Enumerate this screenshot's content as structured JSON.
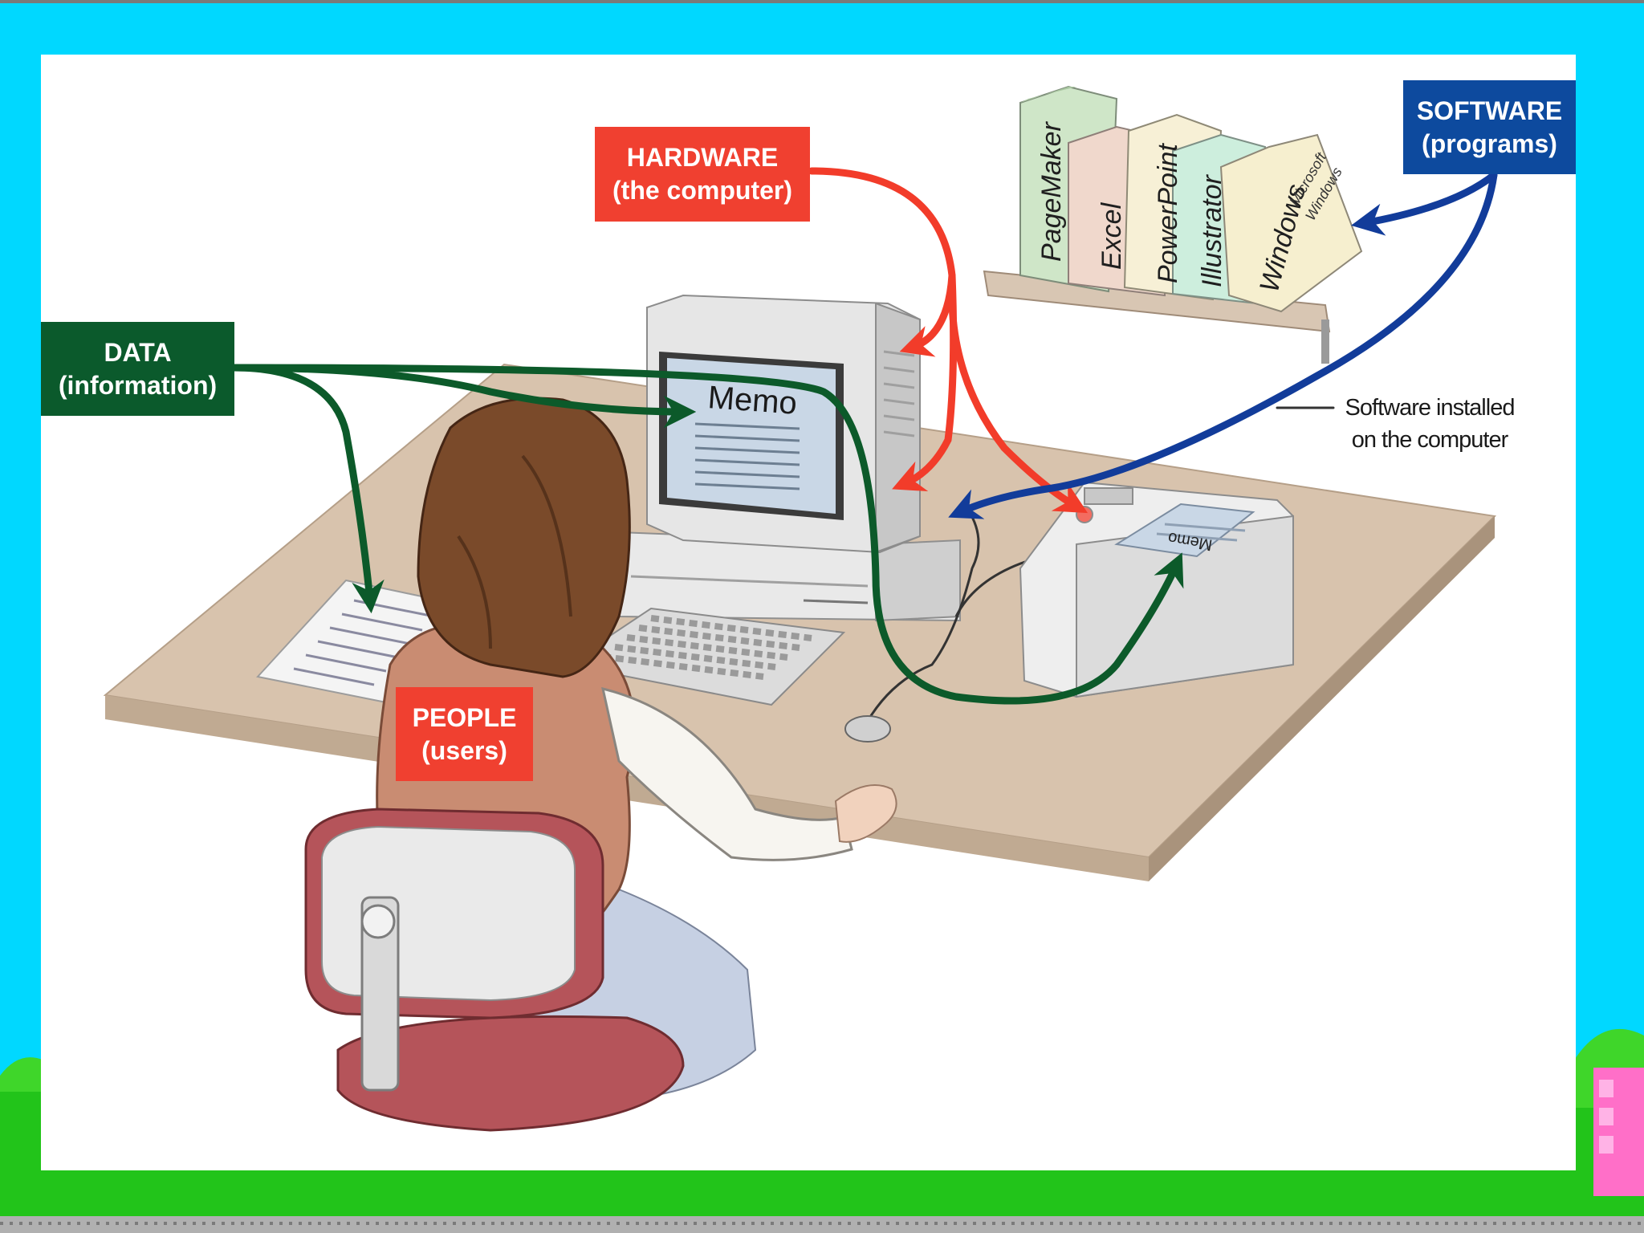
{
  "labels": {
    "hardware": {
      "line1": "HARDWARE",
      "line2": "(the computer)"
    },
    "software": {
      "line1": "SOFTWARE",
      "line2": "(programs)"
    },
    "data": {
      "line1": "DATA",
      "line2": "(information)"
    },
    "people": {
      "line1": "PEOPLE",
      "line2": "(users)"
    }
  },
  "annotation": {
    "line1": "Software installed",
    "line2": "on the computer"
  },
  "screen_text": "Memo",
  "printout_text": "Memo",
  "books": [
    "PageMaker",
    "Excel",
    "PowerPoint",
    "Illustrator",
    "Windows"
  ],
  "windows_box_text": [
    "Microsoft",
    "Windows"
  ],
  "colors": {
    "slide_background": "#00d8ff",
    "hardware_label": "#f04030",
    "software_label": "#0d4a9e",
    "data_label": "#0b5a2c",
    "people_label": "#f04030",
    "hardware_arrow": "#f23c2a",
    "software_arrow": "#123c9a",
    "data_arrow": "#0c5a2a",
    "grass": "#22c41a"
  }
}
